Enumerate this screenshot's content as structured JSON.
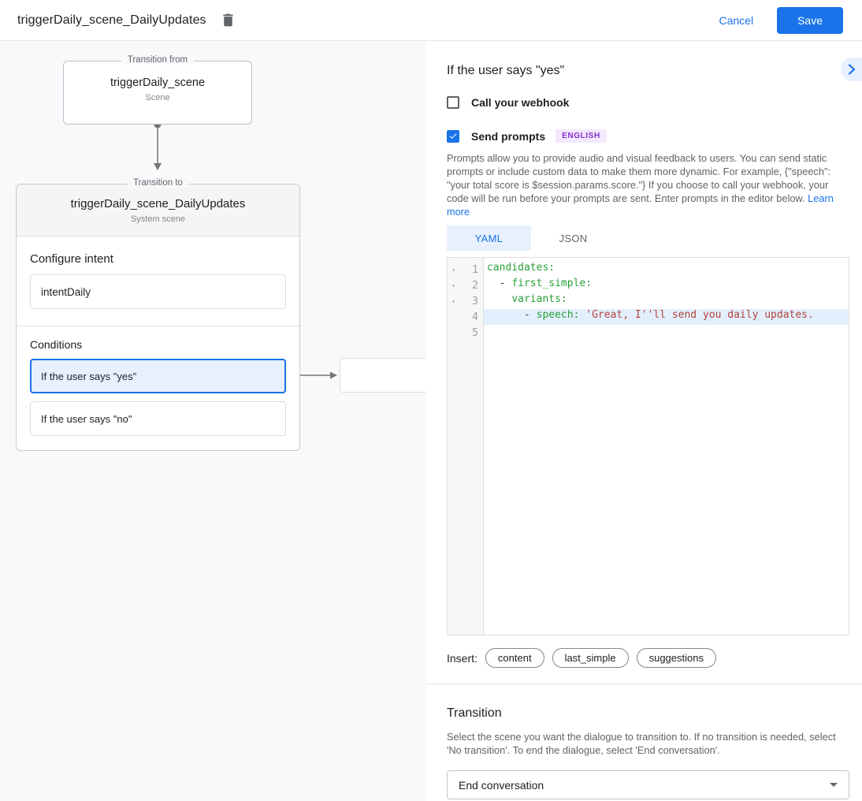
{
  "colors": {
    "accent": "#1a73e8",
    "selected_condition_bg": "#e8f0fe",
    "badge_bg": "#f3e8fd",
    "badge_text": "#8430ce",
    "code_key": "#28a138",
    "code_string": "#b5443c",
    "active_line_bg": "#e3effd",
    "canvas_bg": "#f8f9fa"
  },
  "icons": {
    "delete": "trash-icon",
    "collapse": "chevron-right-icon",
    "checked": "checkmark-icon",
    "dropdown": "caret-down-icon",
    "fold": "caret-down-icon"
  },
  "header": {
    "title": "triggerDaily_scene_DailyUpdates",
    "cancel": "Cancel",
    "save": "Save"
  },
  "canvas": {
    "from_box": {
      "label": "Transition from",
      "title": "triggerDaily_scene",
      "subtitle": "Scene"
    },
    "to_box": {
      "label": "Transition to",
      "title": "triggerDaily_scene_DailyUpdates",
      "subtitle": "System scene",
      "configure_intent": {
        "heading": "Configure intent",
        "value": "intentDaily"
      },
      "conditions": {
        "heading": "Conditions",
        "items": [
          {
            "label": "If the user says \"yes\"",
            "selected": true
          },
          {
            "label": "If the user says \"no\"",
            "selected": false
          }
        ]
      }
    }
  },
  "panel": {
    "title": "If the user says \"yes\"",
    "webhook": {
      "label": "Call your webhook",
      "checked": false
    },
    "send_prompts": {
      "label": "Send prompts",
      "badge": "ENGLISH",
      "checked": true
    },
    "description": "Prompts allow you to provide audio and visual feedback to users. You can send static prompts or include custom data to make them more dynamic. For example, {\"speech\": \"your total score is $session.params.score.\"} If you choose to call your webhook, your code will be run before your prompts are sent. Enter prompts in the editor below.",
    "learn_more": "Learn more",
    "tabs": [
      {
        "label": "YAML",
        "active": true
      },
      {
        "label": "JSON",
        "active": false
      }
    ],
    "editor": {
      "lines": [
        {
          "num": 1,
          "fold": true,
          "highlight": false,
          "tokens": [
            [
              "key",
              "candidates:"
            ]
          ]
        },
        {
          "num": 2,
          "fold": true,
          "highlight": false,
          "tokens": [
            [
              "plain",
              "  "
            ],
            [
              "punc",
              "- "
            ],
            [
              "key",
              "first_simple:"
            ]
          ]
        },
        {
          "num": 3,
          "fold": true,
          "highlight": false,
          "tokens": [
            [
              "plain",
              "    "
            ],
            [
              "key",
              "variants:"
            ]
          ]
        },
        {
          "num": 4,
          "fold": false,
          "highlight": true,
          "tokens": [
            [
              "plain",
              "      "
            ],
            [
              "punc",
              "- "
            ],
            [
              "key",
              "speech:"
            ],
            [
              "plain",
              " "
            ],
            [
              "str",
              "'Great, I''ll send you daily updates."
            ]
          ]
        },
        {
          "num": 5,
          "fold": false,
          "highlight": false,
          "tokens": []
        }
      ]
    },
    "insert": {
      "label": "Insert:",
      "chips": [
        "content",
        "last_simple",
        "suggestions"
      ]
    },
    "transition": {
      "heading": "Transition",
      "description": "Select the scene you want the dialogue to transition to. If no transition is needed, select 'No transition'. To end the dialogue, select 'End conversation'.",
      "value": "End conversation"
    }
  }
}
